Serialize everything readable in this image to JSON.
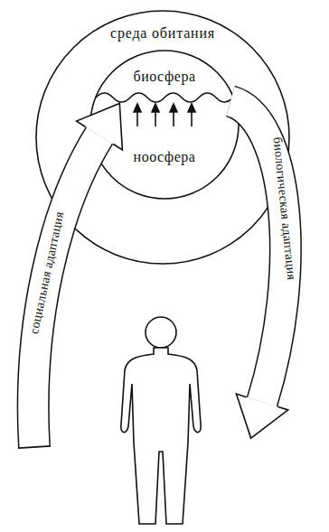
{
  "diagram": {
    "nodes": [
      {
        "text": [
          "среда обитания"
        ]
      },
      {
        "text": [
          "биосфера"
        ],
        "in": 0
      },
      {
        "text": [
          "ноосфера"
        ],
        "in": 1
      }
    ],
    "labels": [
      "социальная адаптация",
      "биологическая адаптация"
    ]
  }
}
